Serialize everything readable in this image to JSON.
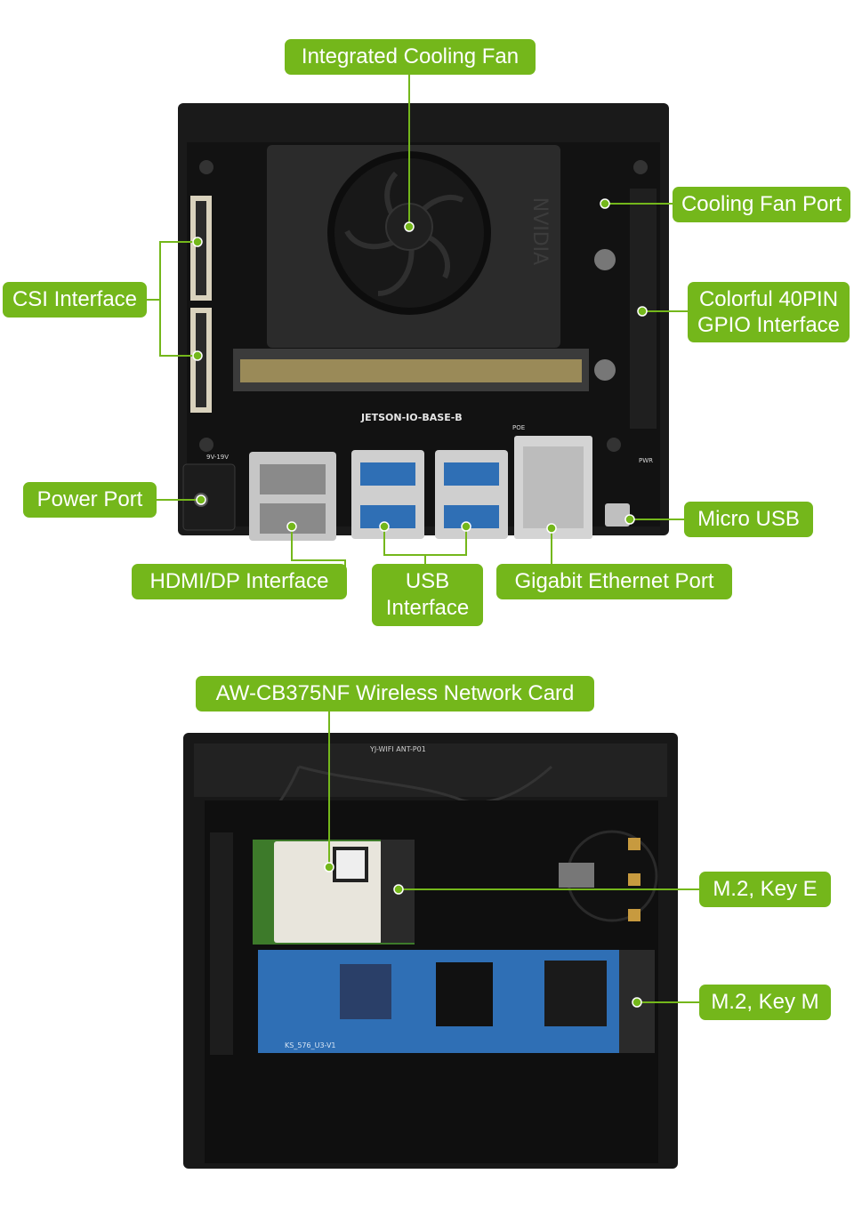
{
  "top_photo": {
    "silkscreen_board": "JETSON-IO-BASE-B",
    "silkscreen_nvidia": "NVIDIA",
    "silkscreen_voltage": "9V-19V",
    "silkscreen_poe": "POE",
    "silkscreen_pwr": "PWR",
    "labels": {
      "cooling_fan": "Integrated Cooling Fan",
      "fan_port": "Cooling Fan Port",
      "csi": "CSI Interface",
      "gpio_line1": "Colorful 40PIN",
      "gpio_line2": "GPIO Interface",
      "power": "Power Port",
      "micro_usb": "Micro USB",
      "hdmi": "HDMI/DP Interface",
      "usb_line1": "USB",
      "usb_line2": "Interface",
      "ethernet": "Gigabit Ethernet Port"
    }
  },
  "bottom_photo": {
    "silkscreen_ant": "YJ-WIFI ANT-P01",
    "silkscreen_ssd": "KS_576_U3-V1",
    "labels": {
      "wireless_card": "AW-CB375NF Wireless Network Card",
      "key_e": "M.2, Key E",
      "key_m": "M.2, Key M"
    }
  },
  "colors": {
    "label_green": "#74b71b",
    "board_black": "#141414",
    "ssd_blue": "#2f6fb5"
  }
}
